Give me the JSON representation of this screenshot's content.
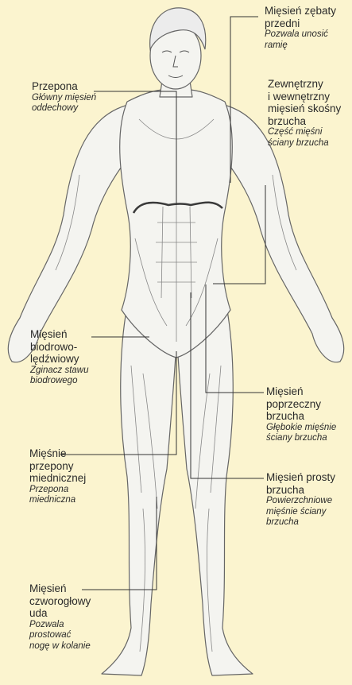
{
  "labels": {
    "serratus": {
      "name": "Mięsień zębaty\nprzedni",
      "desc": "Pozwala unosić\nramię"
    },
    "diaphragm": {
      "name": "Przepona",
      "desc": "Główny mięsień\noddechowy"
    },
    "obliques": {
      "name": "Zewnętrzny\ni wewnętrzny\nmięsień skośny\nbrzucha",
      "desc": "Część mięśni\nściany brzucha"
    },
    "iliopsoas": {
      "name": "Mięsień\nbiodrowo-\nlędźwiowy",
      "desc": "Zginacz stawu\nbiodrowego"
    },
    "transversus": {
      "name": "Mięsień\npoprzeczny\nbrzucha",
      "desc": "Głębokie mięśnie\nściany brzucha"
    },
    "pelvic": {
      "name": "Mięśnie\nprzepony\nmiednicznej",
      "desc": "Przepona\nmiedniczna"
    },
    "rectus": {
      "name": "Mięsień prosty\nbrzucha",
      "desc": "Powierzchniowe\nmięśnie ściany\nbrzucha"
    },
    "quadriceps": {
      "name": "Mięsień\nczworogłowy\nuda",
      "desc": "Pozwala\nprostować\nnogę w kolanie"
    }
  },
  "colors": {
    "background": "#fbf4cf",
    "skin": "#f4f4f0",
    "outline": "#555555",
    "highlight": "#3a3a3a"
  }
}
